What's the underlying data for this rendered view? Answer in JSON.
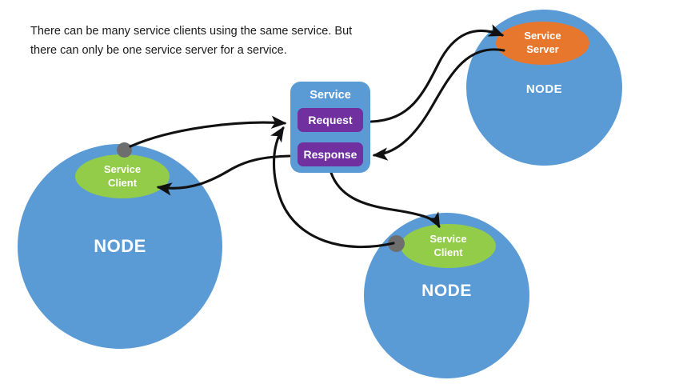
{
  "caption": "There can be many service clients using the same service. But\nthere can only be one service server for a service.",
  "colors": {
    "node_blue": "#5B9BD5",
    "client_green": "#92CC48",
    "server_orange": "#E8772E",
    "message_purple": "#7030A0",
    "connector_gray": "#6E6E6E",
    "arrow_black": "#111111",
    "text_white": "#FFFFFF",
    "text_dark": "#1A1A1A",
    "background": "#FFFFFF"
  },
  "service": {
    "title": "Service",
    "messages": [
      {
        "label": "Request"
      },
      {
        "label": "Response"
      }
    ]
  },
  "nodes": [
    {
      "id": "node-left",
      "label": "NODE",
      "endpoint_kind": "client",
      "endpoint_line1": "Service",
      "endpoint_line2": "Client"
    },
    {
      "id": "node-top-right",
      "label": "NODE",
      "endpoint_kind": "server",
      "endpoint_line1": "Service",
      "endpoint_line2": "Server"
    },
    {
      "id": "node-bottom",
      "label": "NODE",
      "endpoint_kind": "client",
      "endpoint_line1": "Service",
      "endpoint_line2": "Client"
    }
  ],
  "connections": [
    {
      "id": "left-client-to-request",
      "from": "node-left Service Client",
      "to": "Request",
      "direction": "to-service"
    },
    {
      "id": "response-to-left-client",
      "from": "Response",
      "to": "node-left Service Client",
      "direction": "from-service"
    },
    {
      "id": "bottom-client-to-request",
      "from": "node-bottom Service Client",
      "to": "Request",
      "direction": "to-service"
    },
    {
      "id": "response-to-bottom-client",
      "from": "Response",
      "to": "node-bottom Service Client",
      "direction": "from-service"
    },
    {
      "id": "request-to-server",
      "from": "Request",
      "to": "node-top-right Service Server",
      "direction": "to-server"
    },
    {
      "id": "server-to-response",
      "from": "node-top-right Service Server",
      "to": "Response",
      "direction": "from-server"
    }
  ]
}
